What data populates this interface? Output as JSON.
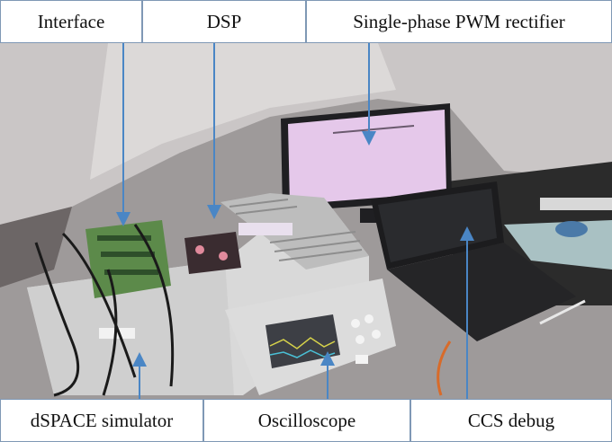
{
  "labels": {
    "interface": "Interface",
    "dsp": "DSP",
    "pwm_rectifier": "Single-phase PWM rectifier",
    "dspace": "dSPACE simulator",
    "oscilloscope": "Oscilloscope",
    "ccs_debug": "CCS debug"
  },
  "colors": {
    "arrow": "#4a86c5",
    "box_border": "#7f98b5"
  }
}
